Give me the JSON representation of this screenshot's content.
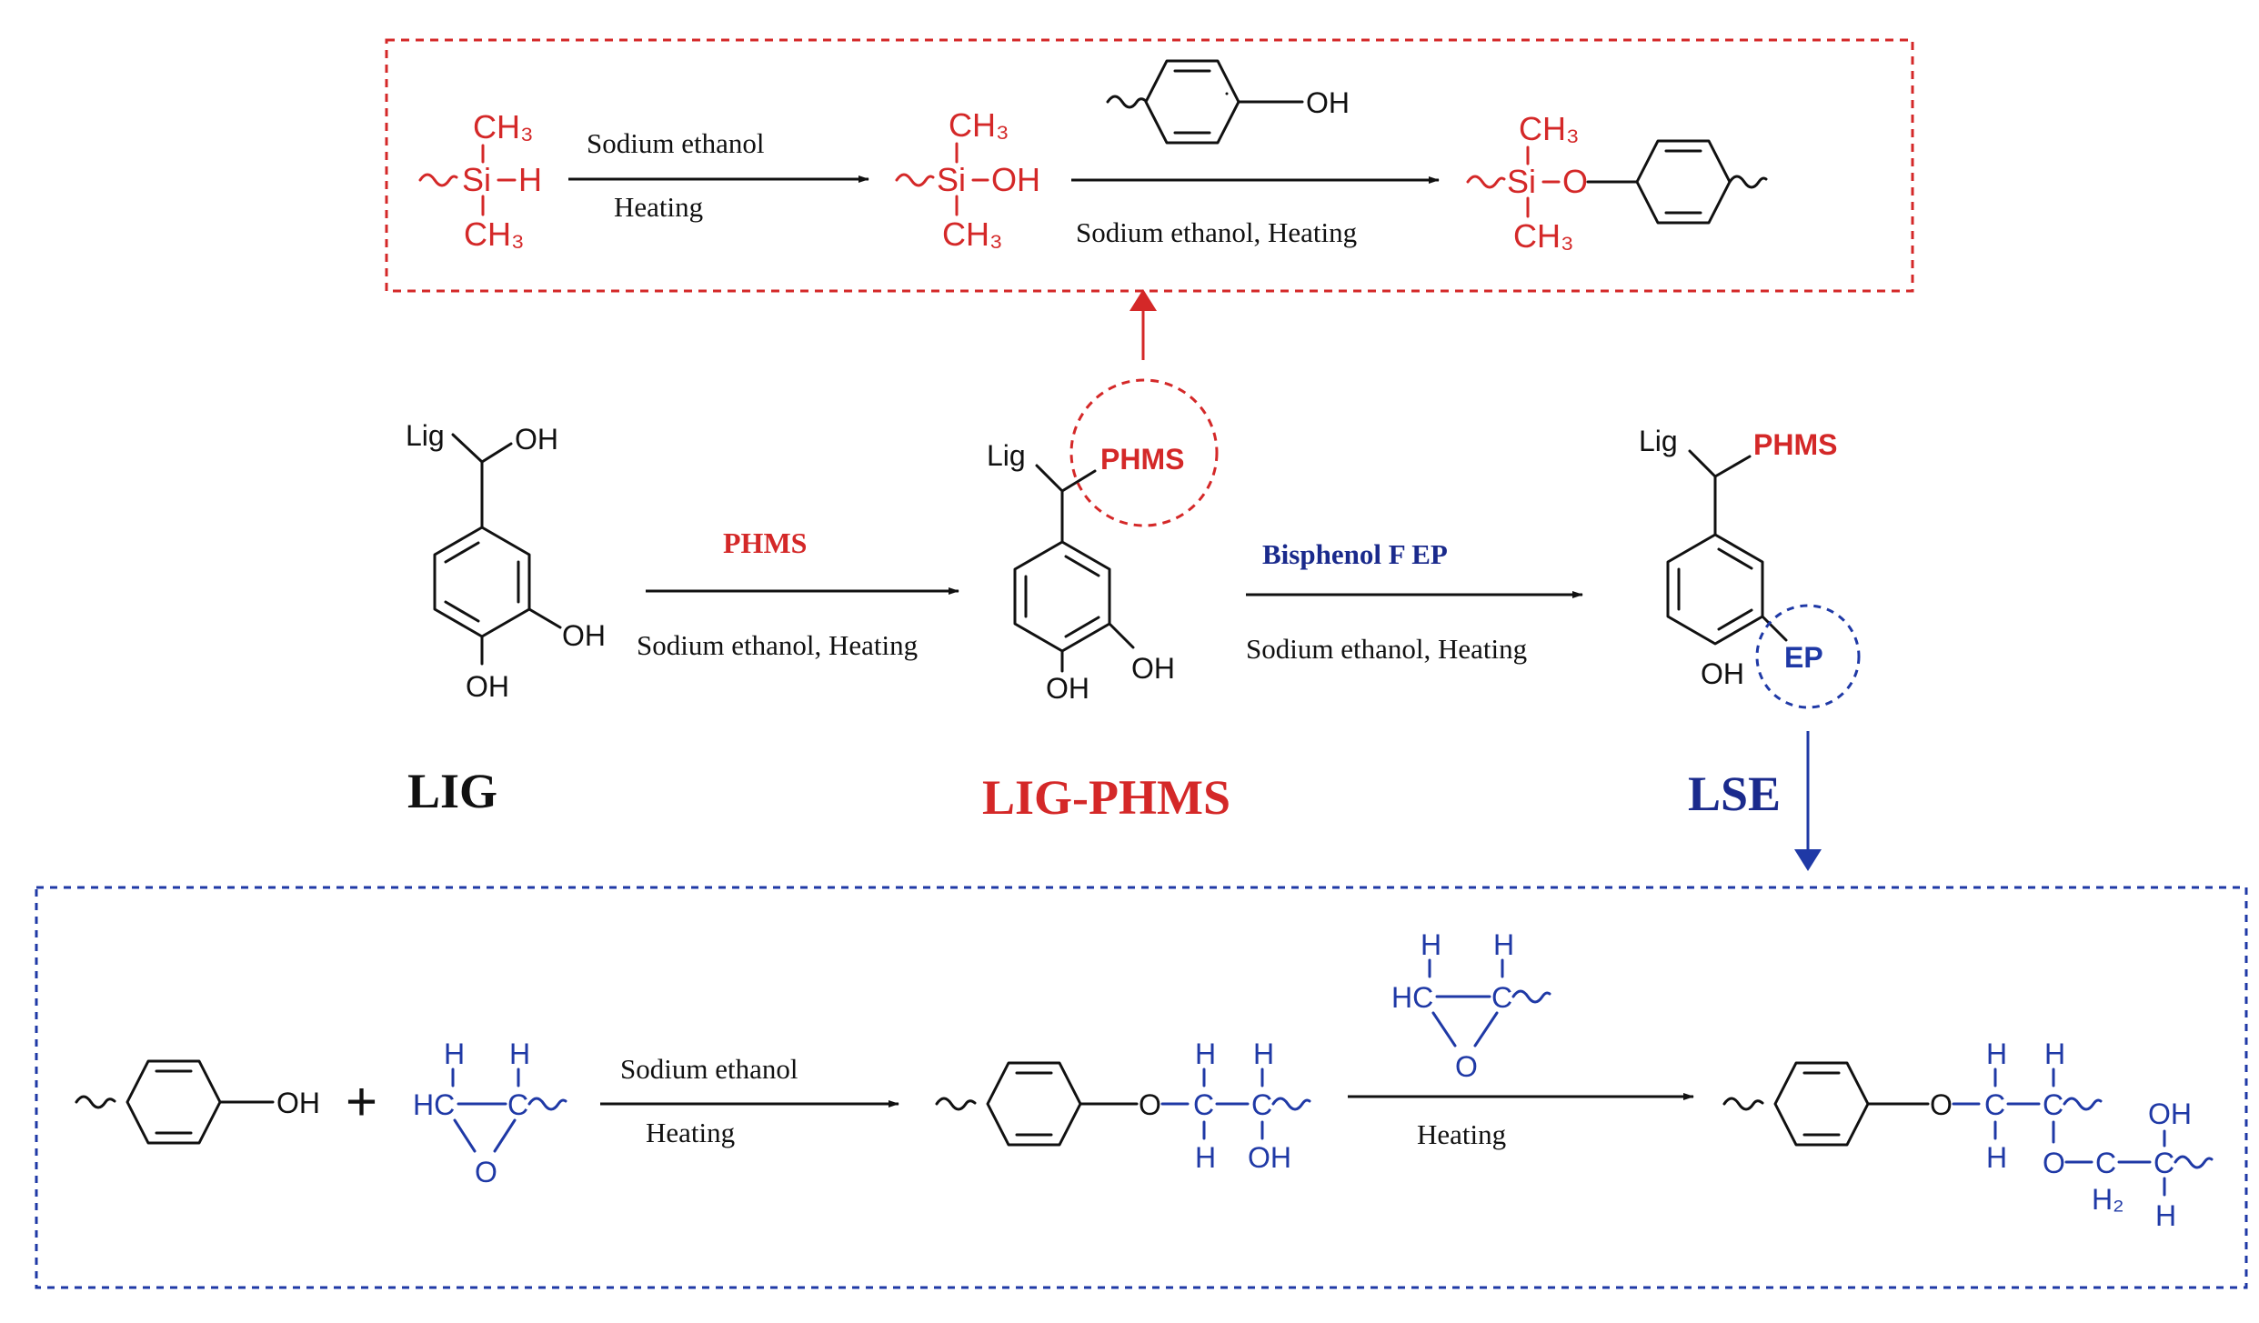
{
  "colors": {
    "red": "#d42828",
    "navy": "#1a2a8c",
    "blue": "#1f39a6",
    "black": "#111111"
  },
  "top_box": {
    "reactant_ch3_top": "CH₃",
    "reactant_si": "Si",
    "reactant_h": "H",
    "reactant_ch3_bottom": "CH₃",
    "arrow1_above": "Sodium ethanol",
    "arrow1_below": "Heating",
    "intermediate_ch3_top": "CH₃",
    "intermediate_si": "Si",
    "intermediate_oh": "OH",
    "intermediate_ch3_bottom": "CH₃",
    "phenol_oh": "OH",
    "arrow2_below": "Sodium ethanol, Heating",
    "product_ch3_top": "CH₃",
    "product_si": "Si",
    "product_o": "O",
    "product_ch3_bottom": "CH₃"
  },
  "middle": {
    "lig": {
      "lig_label": "Lig",
      "oh_top": "OH",
      "oh_right": "OH",
      "oh_bottom": "OH",
      "name": "LIG"
    },
    "arrow1": {
      "above": "PHMS",
      "below": "Sodium ethanol, Heating"
    },
    "lig_phms": {
      "lig_label": "Lig",
      "phms_label": "PHMS",
      "oh_left": "OH",
      "oh_right": "OH",
      "name": "LIG-PHMS"
    },
    "arrow2": {
      "above": "Bisphenol F EP",
      "below": "Sodium ethanol, Heating"
    },
    "lse": {
      "lig_label": "Lig",
      "phms_label": "PHMS",
      "oh_label": "OH",
      "ep_label": "EP",
      "name": "LSE"
    }
  },
  "bottom_box": {
    "phenol_oh": "OH",
    "plus": "+",
    "epoxide_h1": "H",
    "epoxide_h2": "H",
    "epoxide_hc": "HC",
    "epoxide_c": "C",
    "epoxide_o": "O",
    "arrow1_above": "Sodium ethanol",
    "arrow1_below": "Heating",
    "ether_o": "O",
    "p1_c1": "C",
    "p1_c2": "C",
    "p1_h_top1": "H",
    "p1_h_top2": "H",
    "p1_h_bottom": "H",
    "p1_oh": "OH",
    "reagent_h1": "H",
    "reagent_h2": "H",
    "reagent_hc": "HC",
    "reagent_c": "C",
    "reagent_o": "O",
    "arrow2_below": "Heating",
    "p2_ether_o": "O",
    "p2_c1": "C",
    "p2_c2": "C",
    "p2_h_top1": "H",
    "p2_h_top2": "H",
    "p2_h_bottom": "H",
    "p2_o2": "O",
    "p2_c3": "C",
    "p2_c4": "C",
    "p2_h2": "H₂",
    "p2_oh": "OH",
    "p2_h_last": "H"
  }
}
